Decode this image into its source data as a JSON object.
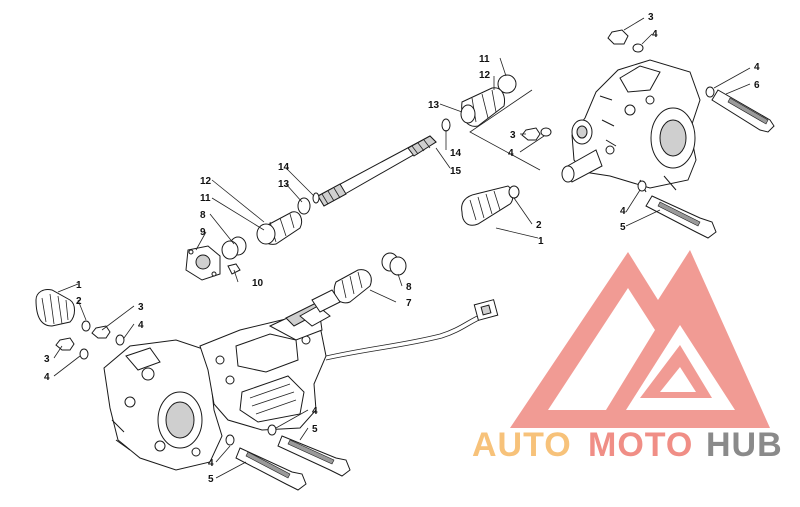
{
  "watermark": {
    "word_auto": "AUTO",
    "word_moto": "MOTO",
    "word_hub": "HUB",
    "color_auto": "#f7c27a",
    "color_moto": "#f08e86",
    "color_hub": "#8a8a8a",
    "logo_color": "#ee7b73"
  },
  "callouts": {
    "c1a": "1",
    "c1b": "1",
    "c2a": "2",
    "c2b": "2",
    "c3a": "3",
    "c3b": "3",
    "c3c": "3",
    "c3d": "3",
    "c4a": "4",
    "c4b": "4",
    "c4c": "4",
    "c4d": "4",
    "c4e": "4",
    "c4f": "4",
    "c4g": "4",
    "c4h": "4",
    "c5a": "5",
    "c5b": "5",
    "c5c": "5",
    "c6": "6",
    "c7": "7",
    "c8a": "8",
    "c8b": "8",
    "c9": "9",
    "c10": "10",
    "c11a": "11",
    "c11b": "11",
    "c12a": "12",
    "c12b": "12",
    "c13a": "13",
    "c13b": "13",
    "c14a": "14",
    "c14b": "14",
    "c15": "15"
  }
}
